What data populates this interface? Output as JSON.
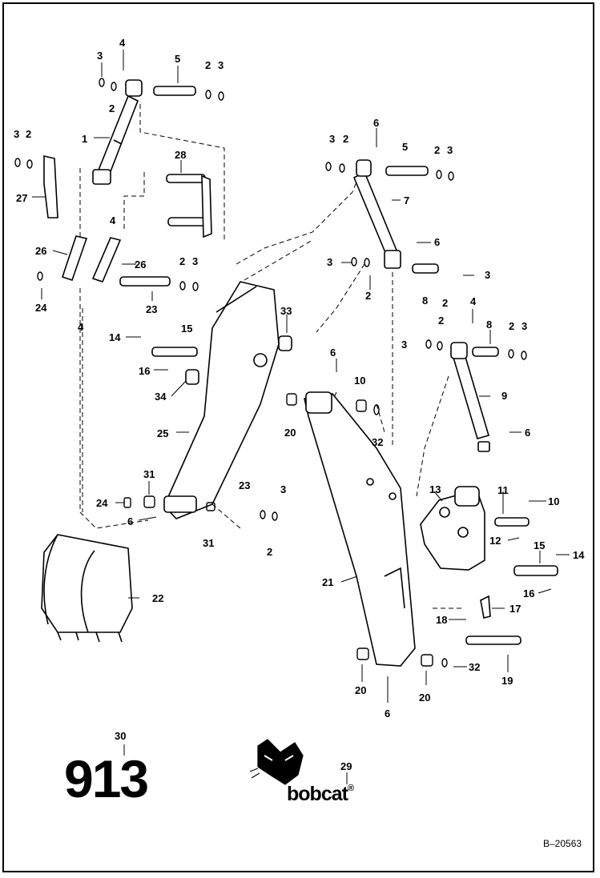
{
  "model_number": "913",
  "logo_word": "bobcat",
  "logo_mark": "®",
  "document_code": "B–20563",
  "callouts": {
    "c1": "1",
    "c2a": "2",
    "c2b": "2",
    "c2c": "2",
    "c2d": "2",
    "c2e": "2",
    "c2f": "2",
    "c2g": "2",
    "c2h": "2",
    "c2i": "2",
    "c2j": "2",
    "c3a": "3",
    "c3b": "3",
    "c3c": "3",
    "c3d": "3",
    "c3e": "3",
    "c3f": "3",
    "c3g": "3",
    "c3h": "3",
    "c3i": "3",
    "c4a": "4",
    "c4b": "4",
    "c4c": "4",
    "c4d": "4",
    "c5a": "5",
    "c5b": "5",
    "c6a": "6",
    "c6b": "6",
    "c6c": "6",
    "c6d": "6",
    "c6e": "6",
    "c6f": "6",
    "c7": "7",
    "c8a": "8",
    "c8b": "8",
    "c9": "9",
    "c10a": "10",
    "c10b": "10",
    "c11": "11",
    "c12": "12",
    "c13": "13",
    "c14a": "14",
    "c14b": "14",
    "c15a": "15",
    "c15b": "15",
    "c16a": "16",
    "c16b": "16",
    "c17": "17",
    "c18": "18",
    "c19": "19",
    "c20a": "20",
    "c20b": "20",
    "c20c": "20",
    "c21": "21",
    "c22": "22",
    "c23a": "23",
    "c23b": "23",
    "c24a": "24",
    "c24b": "24",
    "c25": "25",
    "c26a": "26",
    "c26b": "26",
    "c27": "27",
    "c28": "28",
    "c29": "29",
    "c30": "30",
    "c31a": "31",
    "c31b": "31",
    "c32a": "32",
    "c32b": "32",
    "c33": "33",
    "c34": "34"
  }
}
